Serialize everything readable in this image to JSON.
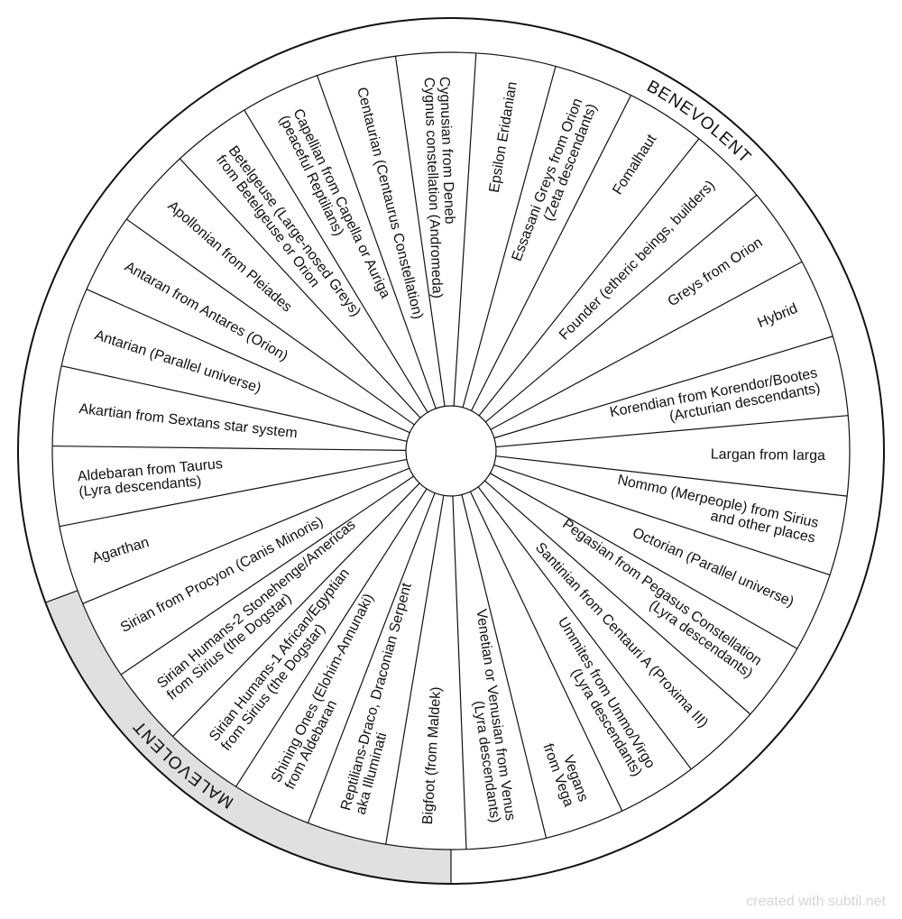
{
  "diagram": {
    "benevolent_label": "BENEVOLENT",
    "malevolent_label": "MALEVOLENT",
    "segments": [
      {
        "lines": [
          "Cygnusian from Deneb",
          "Cygnus constellation (Andromeda)"
        ]
      },
      {
        "lines": [
          "Epsilon Eridanian"
        ]
      },
      {
        "lines": [
          "Essasani Greys from Orion",
          "(Zeta descendants)"
        ]
      },
      {
        "lines": [
          "Fomalhaut"
        ]
      },
      {
        "lines": [
          "Founder (etheric beings, builders)"
        ]
      },
      {
        "lines": [
          "Greys from Orion"
        ]
      },
      {
        "lines": [
          "Hybrid"
        ]
      },
      {
        "lines": [
          "Korendian from Korendor/Bootes",
          "(Arcturian descendants)"
        ]
      },
      {
        "lines": [
          "Largan from Iarga"
        ]
      },
      {
        "lines": [
          "Nommo (Merpeople) from Sirius",
          "and other places"
        ]
      },
      {
        "lines": [
          "Octorian (Parallel universe)"
        ]
      },
      {
        "lines": [
          "Pegasian from Pegasus Constellation",
          "(Lyra descendants)"
        ]
      },
      {
        "lines": [
          "Santinian from Centauri A (Proxima III)"
        ]
      },
      {
        "lines": [
          "Ummites from Ummo/Virgo",
          "(Lyra descendants)"
        ]
      },
      {
        "lines": [
          "Vegans",
          "from Vega"
        ]
      },
      {
        "lines": [
          "Venetian or Venusian from Venus",
          "(Lyra descendants)"
        ]
      },
      {
        "lines": [
          "Bigfoot (from Maldek)"
        ]
      },
      {
        "lines": [
          "Reptilians-Draco, Draconian Serpent",
          "aka Illuminati"
        ]
      },
      {
        "lines": [
          "Shining Ones (Elohim-Annunaki)",
          "from Aldebaran"
        ]
      },
      {
        "lines": [
          "Sirian Humans-1 African/Egyptian",
          "from Sirius (the Dogstar)"
        ]
      },
      {
        "lines": [
          "Sirian Humans-2 Stonehenge/Americas",
          "from Sirius (the Dogstar)"
        ]
      },
      {
        "lines": [
          "Sirian from Procyon (Canis Minoris)"
        ]
      },
      {
        "lines": [
          "Agarthan"
        ]
      },
      {
        "lines": [
          "Aldebaran from Taurus",
          "(Lyra descendants)"
        ]
      },
      {
        "lines": [
          "Akartian from Sextans star system"
        ]
      },
      {
        "lines": [
          "Antarian (Parallel universe)"
        ]
      },
      {
        "lines": [
          "Antaran from Antares (Orion)"
        ]
      },
      {
        "lines": [
          "Apollonian from Pleiades"
        ]
      },
      {
        "lines": [
          "Betelgeuse (Large-nosed Greys)",
          "from Betelgeuse or Orion"
        ]
      },
      {
        "lines": [
          "Capellian from Capella or Auriga",
          "(peaceful Reptilians)"
        ]
      },
      {
        "lines": [
          "Centaurian (Centaurus Constellation)"
        ]
      }
    ]
  },
  "footer": {
    "watermark": "created with subtil.net"
  },
  "colors": {
    "stroke": "#111111",
    "malevolent_band": "#e0e0e0",
    "watermark": "#d6d6d6"
  }
}
